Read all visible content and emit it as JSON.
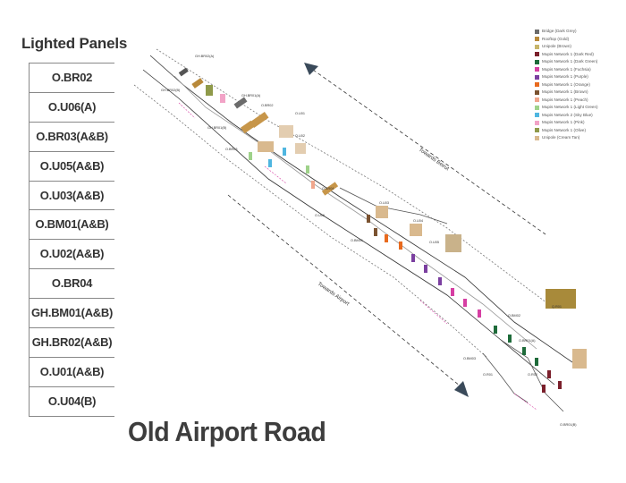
{
  "lighted_panels": {
    "title": "Lighted Panels",
    "items": [
      "O.BR02",
      "O.U06(A)",
      "O.BR03(A&B)",
      "O.U05(A&B)",
      "O.U03(A&B)",
      "O.BM01(A&B)",
      "O.U02(A&B)",
      "O.BR04",
      "GH.BM01(A&B)",
      "GH.BR02(A&B)",
      "O.U01(A&B)",
      "O.U04(B)"
    ]
  },
  "road_title": "Old Airport Road",
  "map": {
    "direction_top": "Towards Beirut",
    "direction_bottom": "Towards Airport",
    "legend": [
      {
        "label": "Bridge (Dark Grey)",
        "color": "#6b6b6b"
      },
      {
        "label": "Rooftop (Gold)",
        "color": "#b8893a"
      },
      {
        "label": "Unipole (Brown)",
        "color": "#c7b56a"
      },
      {
        "label": "Mupis Network 1 (Dark Red)",
        "color": "#7a1f2b"
      },
      {
        "label": "Mupis Network 1 (Dark Green)",
        "color": "#1e6b3a"
      },
      {
        "label": "Mupis Network 1 (Fuchsia)",
        "color": "#d63fa3"
      },
      {
        "label": "Mupis Network 1 (Purple)",
        "color": "#7b3fa0"
      },
      {
        "label": "Mupis Network 1 (Orange)",
        "color": "#e86a1e"
      },
      {
        "label": "Mupis Network 1 (Brown)",
        "color": "#7a5230"
      },
      {
        "label": "Mupis Network 1 (Peach)",
        "color": "#f0a68c"
      },
      {
        "label": "Mupis Network 1 (Light Green)",
        "color": "#9fd28a"
      },
      {
        "label": "Mupis Network 2 (Sky Blue)",
        "color": "#4fb6e0"
      },
      {
        "label": "Mupis Network 1 (Pink)",
        "color": "#f2a3c7"
      },
      {
        "label": "Mupis Network 1 (Olive)",
        "color": "#8f9a4a"
      },
      {
        "label": "Unipole (Cream Tan)",
        "color": "#d9b98e"
      }
    ],
    "codes": [
      "GH.BR02(A)",
      "GH.BR02(B)",
      "GH.BR01(A)",
      "GH.BR01(B)",
      "O.BR02",
      "O.BR03",
      "O.BR04",
      "O.U01",
      "O.U02",
      "O.U03",
      "O.U04",
      "O.U05",
      "O.U06",
      "O.BM01",
      "O.BM02",
      "O.BM03",
      "O.R01",
      "O.R02",
      "O.BR01(A)",
      "O.BR01(B)",
      "Q.R01"
    ]
  }
}
